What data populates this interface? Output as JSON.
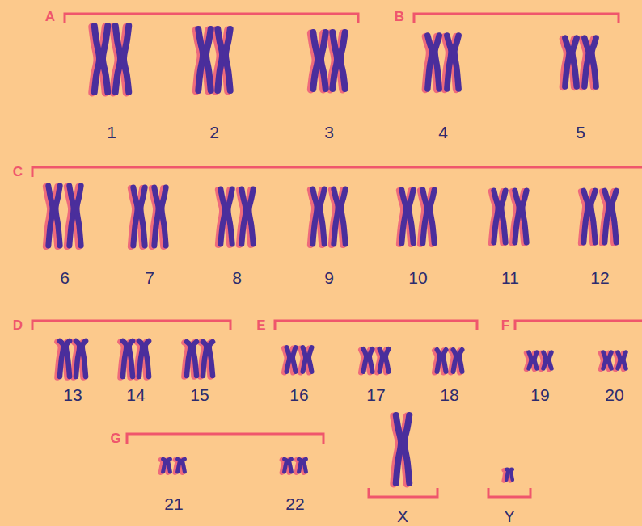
{
  "diagram": {
    "labels": [
      "A",
      "1",
      "2",
      "3",
      "B",
      "4",
      "5",
      "C",
      "6",
      "7",
      "8",
      "9",
      "10",
      "11",
      "12",
      "D",
      "13",
      "14",
      "15",
      "E",
      "16",
      "17",
      "18",
      "F",
      "19",
      "20",
      "G",
      "21",
      "22",
      "X",
      "Y"
    ]
  }
}
